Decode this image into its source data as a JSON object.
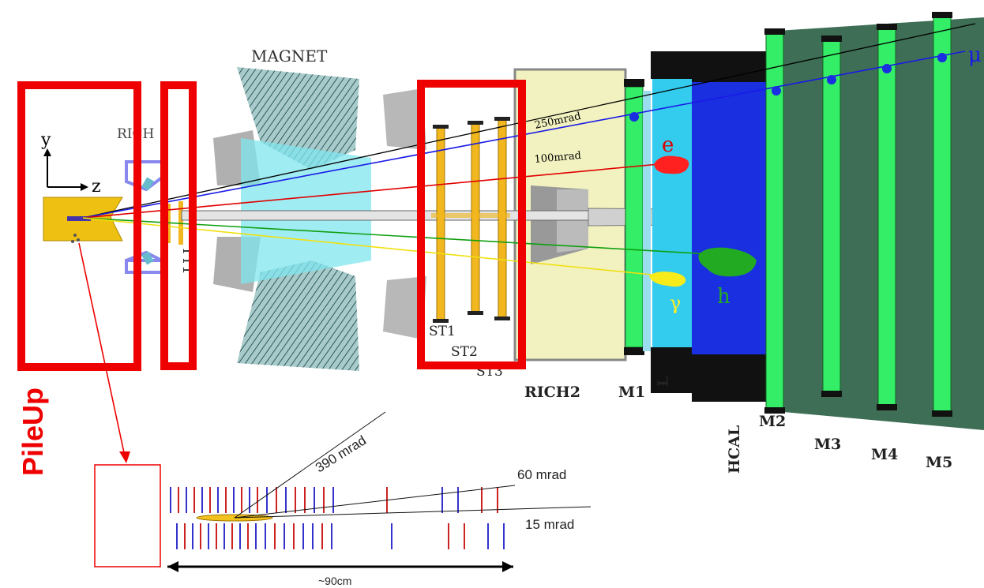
{
  "detector": {
    "magnet_label": "MAGNET",
    "rich1_label": "RICH 1",
    "tt1_label": "TT1",
    "y_axis_label": "y",
    "z_axis_label": "z",
    "st1_label": "ST1",
    "st2_label": "ST2",
    "st3_label": "ST3",
    "rich2_label": "RICH2",
    "m1_label": "M1",
    "l_label": "L",
    "hcal_label": "HCAL",
    "m2_label": "M2",
    "m3_label": "M3",
    "m4_label": "M4",
    "m5_label": "M5",
    "angle_250": "250mrad",
    "angle_100": "100mrad",
    "particle_e": "e",
    "particle_h": "h",
    "particle_gamma": "γ",
    "particle_mu": "μ"
  },
  "annotation": {
    "pileup_label": "PileUp",
    "highlight_color": "#ee0000"
  },
  "vertex_inset": {
    "angle_390": "390 mrad",
    "angle_60": "60 mrad",
    "angle_15": "15 mrad",
    "length_label": "~90cm"
  },
  "colors": {
    "muon_track": "#1a1ae6",
    "electron_track": "#e00000",
    "hadron_track": "#10a010",
    "photon_track": "#f0e010",
    "ecal_cyan": "#33ccee",
    "hcal_blue": "#1a2fe0",
    "muon_green": "#33ee66",
    "station_gold": "#f2b61e"
  }
}
